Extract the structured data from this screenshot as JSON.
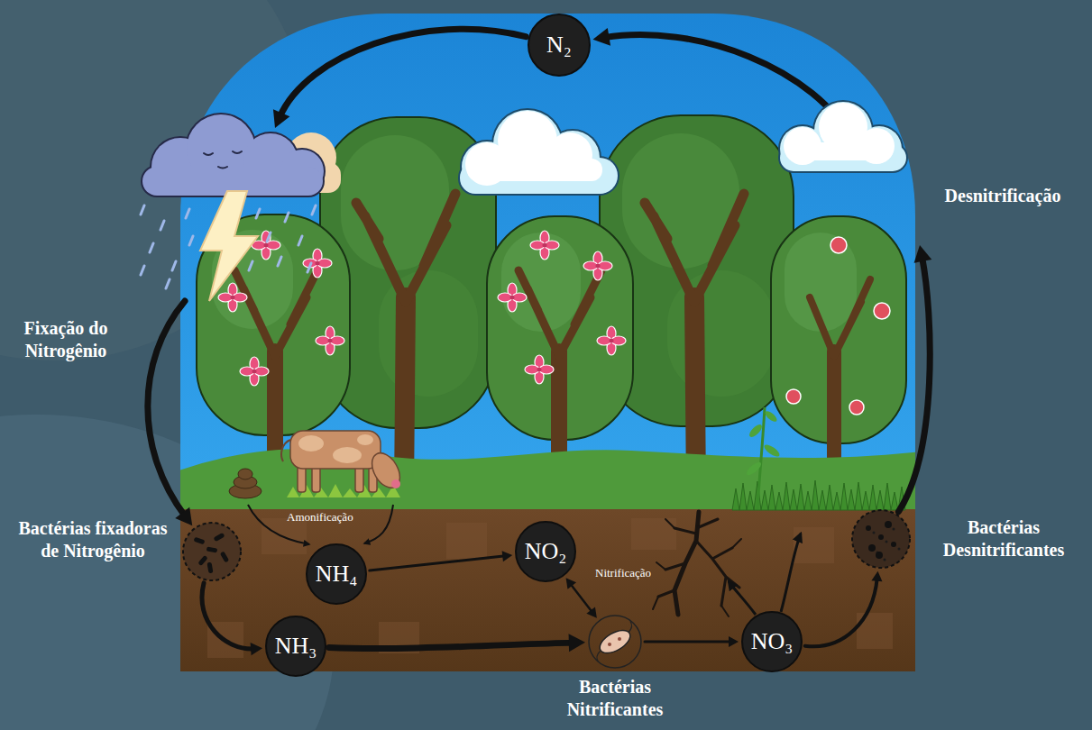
{
  "diagram": {
    "nodes": [
      {
        "text": [
          "N₂"
        ]
      },
      {
        "text": [
          "Bactérias fixadoras de Nitrogênio"
        ]
      },
      {
        "text": [
          "NH₄"
        ]
      },
      {
        "text": [
          "NO₂"
        ]
      },
      {
        "text": [
          "Bactérias Desnitrificantes"
        ]
      },
      {
        "text": [
          "NH₃"
        ]
      },
      {
        "text": [
          "Bactérias Nitrificantes"
        ]
      },
      {
        "text": [
          "NO₃"
        ]
      }
    ],
    "edges": [
      {
        "from": 0,
        "to": 1,
        "arrow": "to",
        "label": "Fixação do Nitrogênio"
      },
      {
        "from": 1,
        "to": 5,
        "arrow": "to"
      },
      {
        "from": 2,
        "to": 3,
        "arrow": "to"
      },
      {
        "from": 3,
        "to": 6,
        "arrow": "both"
      },
      {
        "from": 5,
        "to": 6,
        "arrow": "to"
      },
      {
        "from": 6,
        "to": 7,
        "arrow": "to"
      },
      {
        "from": 7,
        "to": 4,
        "arrow": "to"
      },
      {
        "from": 4,
        "to": 0,
        "arrow": "to",
        "label": "Desnitrificação"
      }
    ],
    "labels": [
      "Amonificação",
      "Nitrificação"
    ]
  }
}
